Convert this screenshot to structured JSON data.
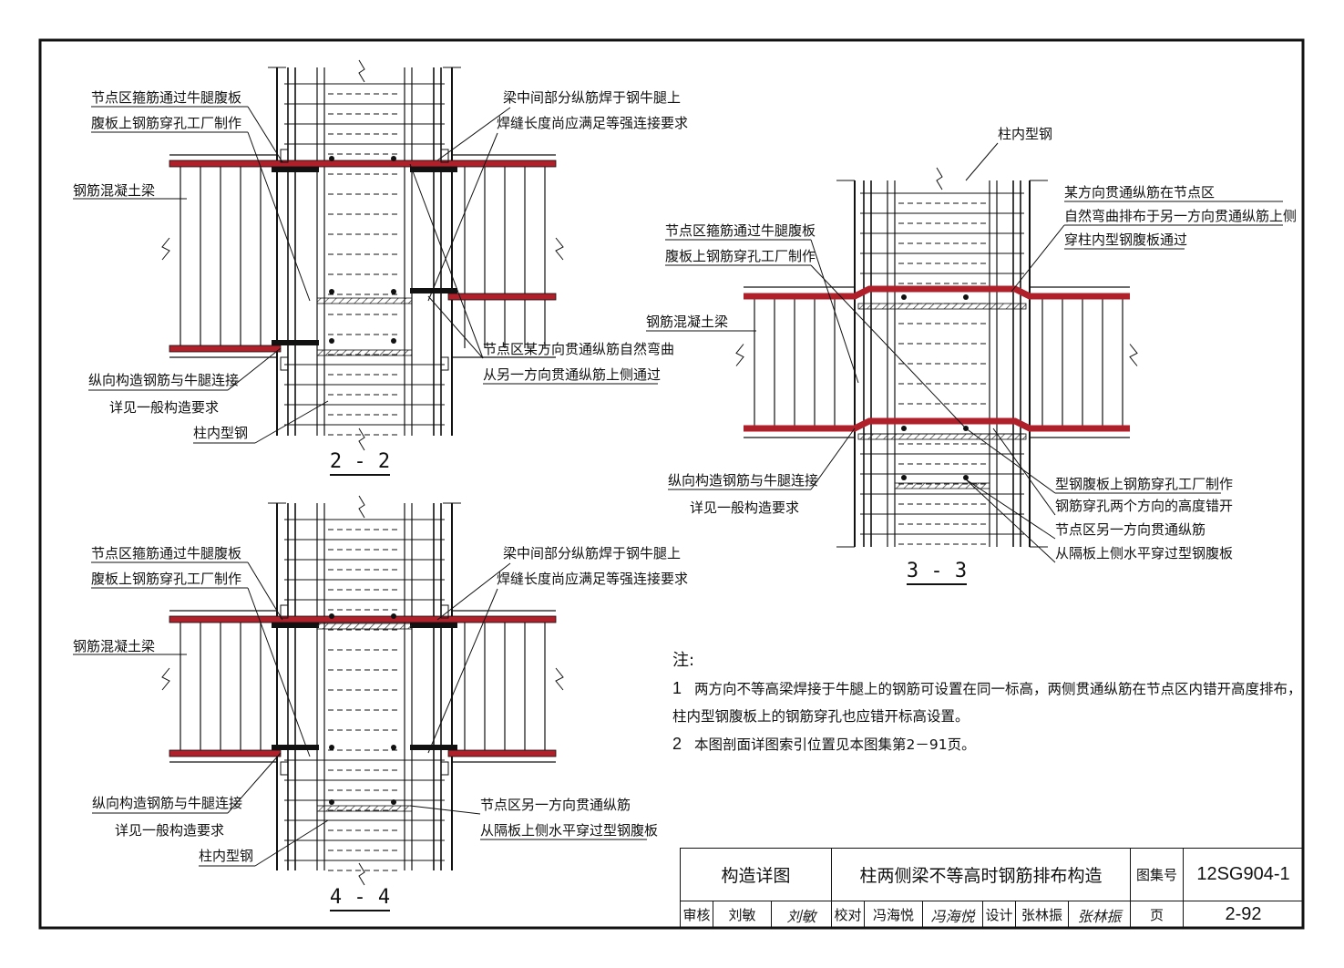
{
  "sections": {
    "s22": {
      "title": "2 - 2",
      "labels": {
        "stirrup_line1": "节点区箍筋通过牛腿腹板",
        "stirrup_line2": "腹板上钢筋穿孔工厂制作",
        "rc_beam": "钢筋混凝土梁",
        "weld_line1": "梁中间部分纵筋焊于钢牛腿上",
        "weld_line2": "焊缝长度尚应满足等强连接要求",
        "bend_line1": "节点区某方向贯通纵筋自然弯曲",
        "bend_line2": "从另一方向贯通纵筋上侧通过",
        "long_line1": "纵向构造钢筋与牛腿连接",
        "long_line2": "详见一般构造要求",
        "steel": "柱内型钢"
      }
    },
    "s33": {
      "title": "3 - 3",
      "labels": {
        "steel": "柱内型钢",
        "thru_line1": "某方向贯通纵筋在节点区",
        "thru_line2": "自然弯曲排布于另一方向贯通纵筋上侧",
        "thru_line3": "穿柱内型钢腹板通过",
        "stirrup_line1": "节点区箍筋通过牛腿腹板",
        "stirrup_line2": "腹板上钢筋穿孔工厂制作",
        "rc_beam": "钢筋混凝土梁",
        "long_line1": "纵向构造钢筋与牛腿连接",
        "long_line2": "详见一般构造要求",
        "web_line1": "型钢腹板上钢筋穿孔工厂制作",
        "web_line2": "钢筋穿孔两个方向的高度错开",
        "web_line3": "节点区另一方向贯通纵筋",
        "web_line4": "从隔板上侧水平穿过型钢腹板"
      }
    },
    "s44": {
      "title": "4 - 4",
      "labels": {
        "stirrup_line1": "节点区箍筋通过牛腿腹板",
        "stirrup_line2": "腹板上钢筋穿孔工厂制作",
        "rc_beam": "钢筋混凝土梁",
        "weld_line1": "梁中间部分纵筋焊于钢牛腿上",
        "weld_line2": "焊缝长度尚应满足等强连接要求",
        "long_line1": "纵向构造钢筋与牛腿连接",
        "long_line2": "详见一般构造要求",
        "steel": "柱内型钢",
        "other_line1": "节点区另一方向贯通纵筋",
        "other_line2": "从隔板上侧水平穿过型钢腹板"
      }
    }
  },
  "notes": {
    "title": "注:",
    "items": [
      {
        "num": "1",
        "line1": "两方向不等高梁焊接于牛腿上的钢筋可设置在同一标高，两侧贯通纵筋在节点区内错开高度排布，",
        "line2": "柱内型钢腹板上的钢筋穿孔也应错开标高设置。"
      },
      {
        "num": "2",
        "line1": "本图剖面详图索引位置见本图集第2－91页。"
      }
    ]
  },
  "title_block": {
    "category": "构造详图",
    "title": "柱两侧梁不等高时钢筋排布构造",
    "atlas_label": "图集号",
    "atlas_no": "12SG904-1",
    "review_label": "审核",
    "reviewer": "刘敏",
    "reviewer_sig": "刘敏",
    "check_label": "校对",
    "checker": "冯海悦",
    "checker_sig": "冯海悦",
    "design_label": "设计",
    "designer": "张林振",
    "designer_sig": "张林振",
    "page_label": "页",
    "page_no": "2-92"
  },
  "colors": {
    "rebar_main": "#b0202a",
    "line": "#111111",
    "hatch": "#444444"
  }
}
